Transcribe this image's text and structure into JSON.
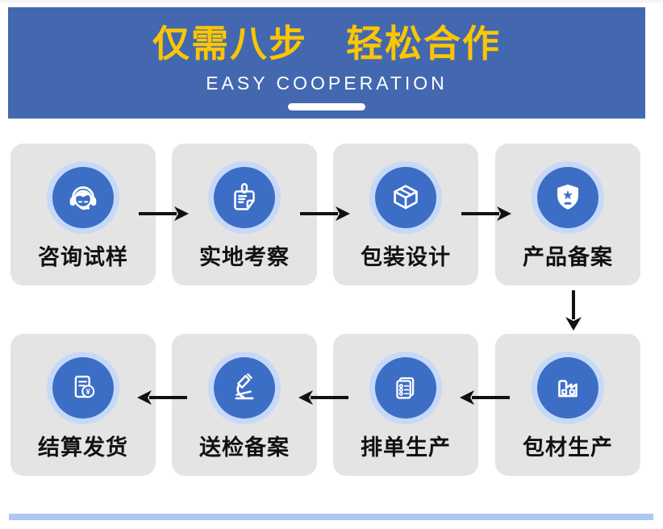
{
  "header": {
    "title": "仅需八步　轻松合作",
    "subtitle": "EASY COOPERATION",
    "banner_bg": "#4468b0",
    "title_color": "#fbc600",
    "subtitle_color": "#ffffff",
    "underline_decoration": "white-rounded-pill"
  },
  "steps": [
    {
      "order": 1,
      "label": "咨询试样",
      "icon": "customer-service-icon"
    },
    {
      "order": 2,
      "label": "实地考察",
      "icon": "survey-note-icon"
    },
    {
      "order": 3,
      "label": "包装设计",
      "icon": "package-box-icon"
    },
    {
      "order": 4,
      "label": "产品备案",
      "icon": "shield-star-icon"
    },
    {
      "order": 5,
      "label": "包材生产",
      "icon": "factory-icon"
    },
    {
      "order": 6,
      "label": "排单生产",
      "icon": "order-list-icon"
    },
    {
      "order": 7,
      "label": "送检备案",
      "icon": "microscope-icon"
    },
    {
      "order": 8,
      "label": "结算发货",
      "icon": "invoice-yen-icon"
    }
  ],
  "flow": {
    "row1_direction": "left-to-right",
    "row2_direction": "right-to-left",
    "connector": "down-arrow-after-step-4"
  },
  "colors": {
    "card_bg": "#e4e4e4",
    "circle_bg": "#3d6ec5",
    "circle_halo": "#c7d9f8",
    "icon_color": "#ffffff",
    "arrow_color": "#111111",
    "label_color": "#111111",
    "bottom_bar": "#aec6f2"
  },
  "currency_symbol": "¥"
}
